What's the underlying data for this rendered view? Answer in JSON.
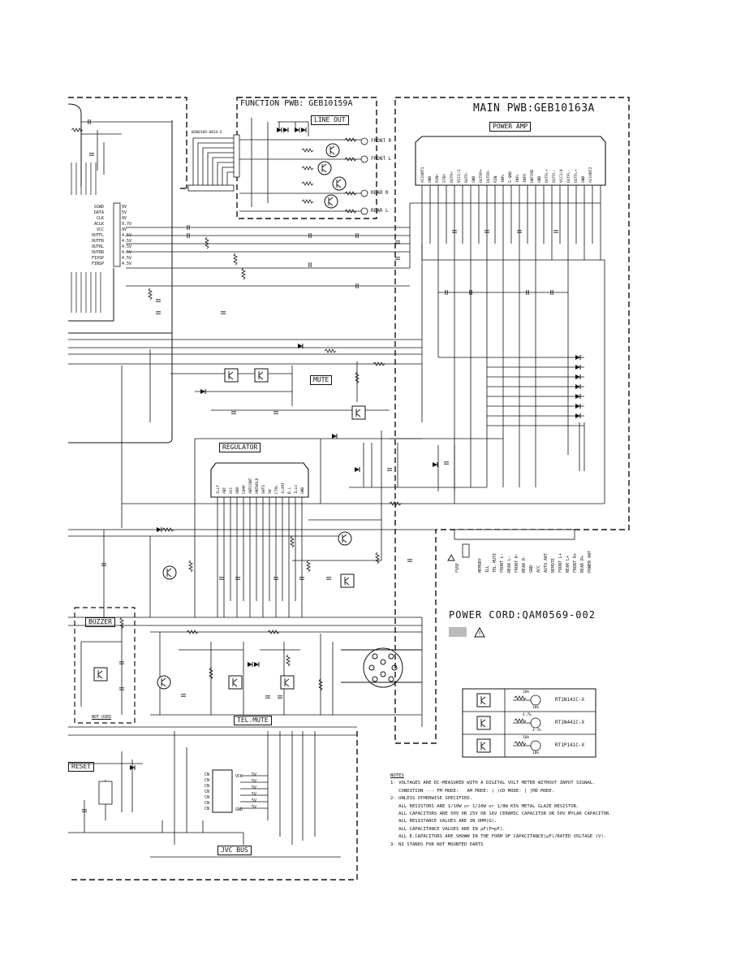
{
  "boards": {
    "function_pwb": "FUNCTION PWB: GEB10159A",
    "main_pwb": "MAIN PWB:GEB10163A",
    "power_cord": "POWER CORD:QAM0569-002"
  },
  "blocks": {
    "line_out": "LINE OUT",
    "power_amp": "POWER AMP",
    "mute": "MUTE",
    "regulator": "REGULATOR",
    "buzzer": "BUZZER",
    "tel_mute": "TEL.MUTE",
    "reset": "RESET",
    "jvc_bus": "JVC BUS",
    "not_used": "NOT USED"
  },
  "line_out_jacks": [
    "FRONT R",
    "FRONT L",
    "REAR R",
    "REAR L"
  ],
  "connector_label": "W2N0109-001A-E",
  "left_ic_pins": [
    "GSWD",
    "DATA",
    "CLK",
    "ACLK",
    "VCC",
    "OUTFL",
    "OUTFR",
    "OUTRL",
    "OUTRR",
    "FIXSP",
    "FINSP"
  ],
  "left_ic_voltages": [
    "0V",
    "5V",
    "0V",
    "0.7V",
    "0V",
    "4.5V",
    "4.5V",
    "4.5V",
    "4.5V",
    "4.5V",
    "4.5V"
  ],
  "amp_pins": [
    "ACCONT1",
    "GND",
    "RIN+",
    "STBY",
    "OUTR+",
    "VCC1/2",
    "OUTR-",
    "GND",
    "OUTRR+",
    "OUTRR-",
    "RIN",
    "INFL",
    "S-GND",
    "INFL",
    "INFR",
    "ONTIME",
    "GND",
    "OUTFL+",
    "OUTFL-",
    "VCC3/4",
    "OUTFL-",
    "OUTFL+",
    "GND",
    "ACCONT2"
  ],
  "regulator_pins": [
    "ILLT",
    "ANT",
    "ACC",
    "VDD",
    "COMP",
    "ANTCONT",
    "ANTHOLD",
    "SWTS",
    "SW",
    "CTRL",
    "ILUMI",
    "B.L",
    "ILLU",
    "GND"
  ],
  "power_cord_pins": [
    "FUSE",
    "MEMORY",
    "ILL",
    "TEL-MUTE",
    "FRONT L-",
    "REAR L-",
    "FRONT R-",
    "REAR R-",
    "GND",
    "ACC",
    "AUTO ANT",
    "REMOTE",
    "FRONT L+",
    "REAR L+",
    "FRONT R+",
    "REAR R+",
    "POWER ANT"
  ],
  "jvc_bus_ic_pins": [
    "CN",
    "CN",
    "CN",
    "CN",
    "CN",
    "CN",
    "CN",
    "VCC",
    "GND"
  ],
  "jvc_bus_voltages": [
    "5V",
    "5V",
    "5V",
    "5V",
    "5V",
    "5V"
  ],
  "legend": {
    "rows": [
      {
        "top_value": "10k",
        "bottom_value": "10k",
        "part": "RT1N141C-X"
      },
      {
        "top_value": "4.7k",
        "bottom_value": "4.7k",
        "part": "RT1N441C-X"
      },
      {
        "top_value": "10k",
        "bottom_value": "10k",
        "part": "RT1P141C-X"
      }
    ]
  },
  "notes": {
    "heading": "NOTES",
    "lines": [
      "1- VOLTAGES ARE DC-MEASURED WITH A DIGITAL VOLT METER WITHOUT INPUT SIGNAL.",
      "   CONDITION --- FM MODE:   AM MODE: ( )CD MODE: [ ]MD MODE.",
      "2- UNLESS OTHERWISE SPECIFIED.",
      "   ALL RESISTORS ARE 1/10W or 1/10W or 1/8W K5% METAL GLAZE RESISTOR.",
      "   ALL CAPACITORS ARE 50V OR 25V OR 16V CERAMIC CAPACITOR OR 50V MYLAR CAPACITOR.",
      "   ALL RESISTANCE VALUES ARE IN OHM(Ω).",
      "   ALL CAPACITANCE VALUES ARE IN μF(P=pF).",
      "   ALL E.CAPACITORS ARE SHOWN IN THE FORM OF CAPACITANCE(μF)/RATED VOLTAGE (V).",
      "3- NI STANDS FOR NOT MOUNTED PARTS"
    ]
  }
}
